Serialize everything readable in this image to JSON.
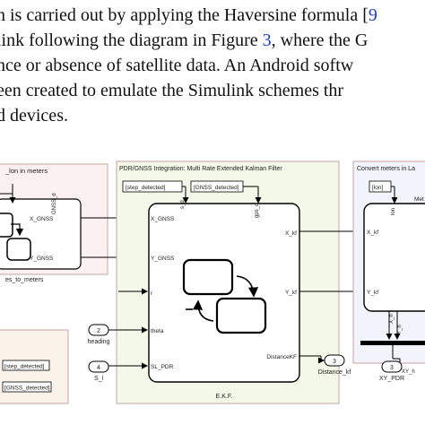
{
  "paragraph": {
    "line1_pre": "n is carried out by applying the Haversine formula [",
    "line1_ref": "9",
    "line2_pre": "link following the diagram in Figure ",
    "line2_ref": "3",
    "line2_post": ", where the G",
    "line3": "nce or absence of satellite data.  An Android softw",
    "line4": "een created to emulate the Simulink schemes thr",
    "line5": "d devices."
  },
  "left_block": {
    "title": "_lon in meters",
    "port_x": "X_GNSS",
    "port_y": "Y_GNSS",
    "subsystem_label": "es_to_meters",
    "vertical_label": "GNSS_d"
  },
  "ekf_block": {
    "title": "PDR/GNSS Integration: Multi Rate Extended Kalman Filter",
    "tag_step": "[step_detected]",
    "tag_gnss": "[GNSS_detected]",
    "label_sd": "s_d",
    "label_gpsd": "gps_d",
    "in_x": "X_GNSS",
    "in_y": "Y_GNSS",
    "in_r": "r",
    "in_theta": "theta",
    "in_sl": "SL_PDR",
    "out_x": "X_kf",
    "out_y": "Y_kf",
    "out_dist": "DistanceKF",
    "name": "E.K.F."
  },
  "inports": {
    "heading_num": "2",
    "heading_label": "heading",
    "s_num": "4",
    "s_label": "S_l"
  },
  "outports": {
    "dist_num": "3",
    "dist_label": "Distance_kf",
    "xy_num": "3",
    "xy_label": "XY_PDR",
    "xy_small": "XY_h"
  },
  "bottom_left_block": {
    "tag_step": "[step_detected]",
    "tag_gnss": "[GNSS_detected]"
  },
  "right_block": {
    "title": "Convert meters in La",
    "tag_lon": "[lon]",
    "label_meter": "Met",
    "label_lon": "lon",
    "in_x": "X_kf",
    "in_y": "Y_kf",
    "label_xh": "X_h",
    "label_yh": "Y_h"
  },
  "colors": {
    "ekf_fill": "#f3f8e8",
    "left_fill": "#fbf1f1",
    "right_fill": "#f1f4fb",
    "bottom_fill": "#fbf2ea",
    "block_border": "#c7a3a3",
    "ref_link": "#1a3fb8"
  }
}
